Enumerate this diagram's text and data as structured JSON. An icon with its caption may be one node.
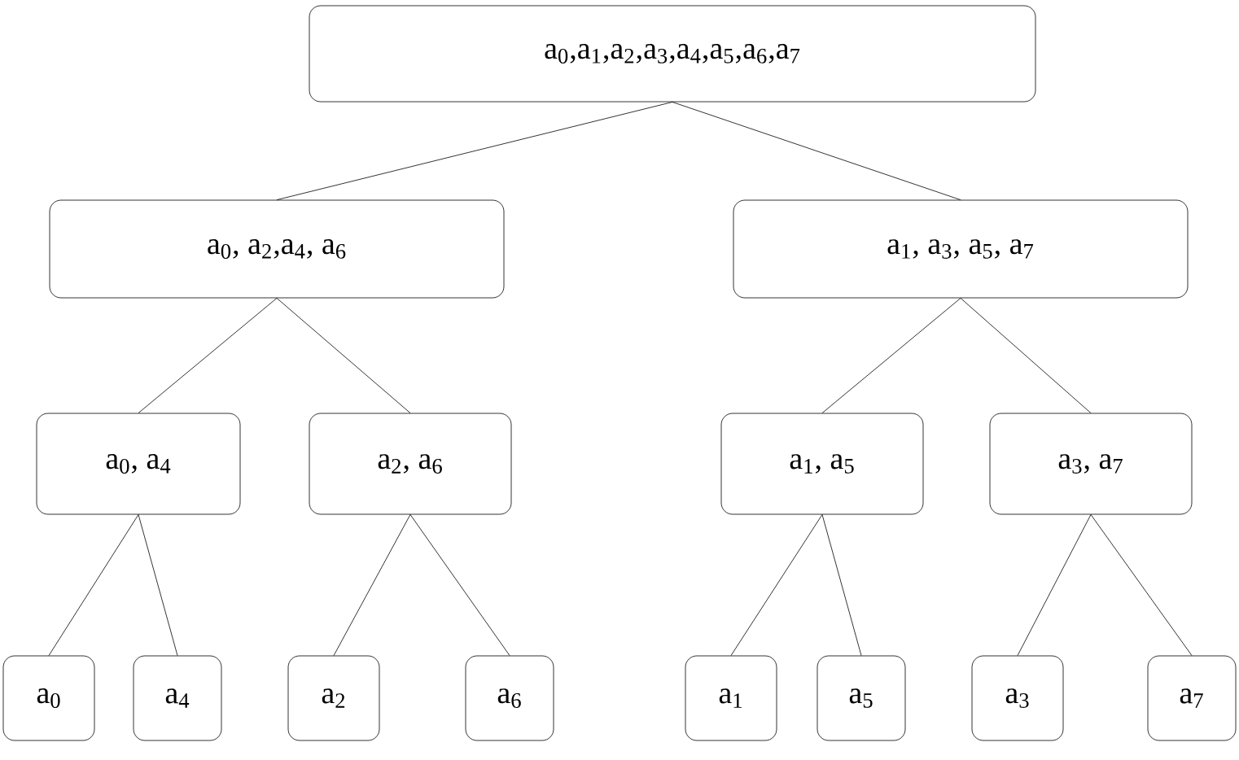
{
  "diagram": {
    "nodes": [
      {
        "text": [
          "a$_{0}$,a$_{1}$,a$_{2}$,a$_{3}$,a$_{4}$,a$_{5}$,a$_{6}$,a$_{7}$"
        ]
      },
      {
        "text": [
          "a$_{0}$, a$_{2}$,a$_{4}$, a$_{6}$"
        ]
      },
      {
        "text": [
          "a$_{1}$, a$_{3}$, a$_{5}$, a$_{7}$"
        ]
      },
      {
        "text": [
          "a$_{0}$, a$_{4}$"
        ]
      },
      {
        "text": [
          "a$_{2}$, a$_{6}$"
        ]
      },
      {
        "text": [
          "a$_{1}$, a$_{5}$"
        ]
      },
      {
        "text": [
          "a$_{3}$, a$_{7}$"
        ]
      },
      {
        "text": [
          "a$_{0}$"
        ]
      },
      {
        "text": [
          "a$_{4}$"
        ]
      },
      {
        "text": [
          "a$_{2}$"
        ]
      },
      {
        "text": [
          "a$_{6}$"
        ]
      },
      {
        "text": [
          "a$_{1}$"
        ]
      },
      {
        "text": [
          "a$_{5}$"
        ]
      },
      {
        "text": [
          "a$_{3}$"
        ]
      },
      {
        "text": [
          "a$_{7}$"
        ]
      }
    ],
    "edges": [
      {
        "from": 0,
        "to": 1,
        "arrow": "none"
      },
      {
        "from": 0,
        "to": 2,
        "arrow": "none"
      },
      {
        "from": 1,
        "to": 3,
        "arrow": "none"
      },
      {
        "from": 1,
        "to": 4,
        "arrow": "none"
      },
      {
        "from": 2,
        "to": 5,
        "arrow": "none"
      },
      {
        "from": 2,
        "to": 6,
        "arrow": "none"
      },
      {
        "from": 3,
        "to": 7,
        "arrow": "none"
      },
      {
        "from": 3,
        "to": 8,
        "arrow": "none"
      },
      {
        "from": 4,
        "to": 9,
        "arrow": "none"
      },
      {
        "from": 4,
        "to": 10,
        "arrow": "none"
      },
      {
        "from": 5,
        "to": 11,
        "arrow": "none"
      },
      {
        "from": 5,
        "to": 12,
        "arrow": "none"
      },
      {
        "from": 6,
        "to": 13,
        "arrow": "none"
      },
      {
        "from": 6,
        "to": 14,
        "arrow": "none"
      }
    ]
  }
}
